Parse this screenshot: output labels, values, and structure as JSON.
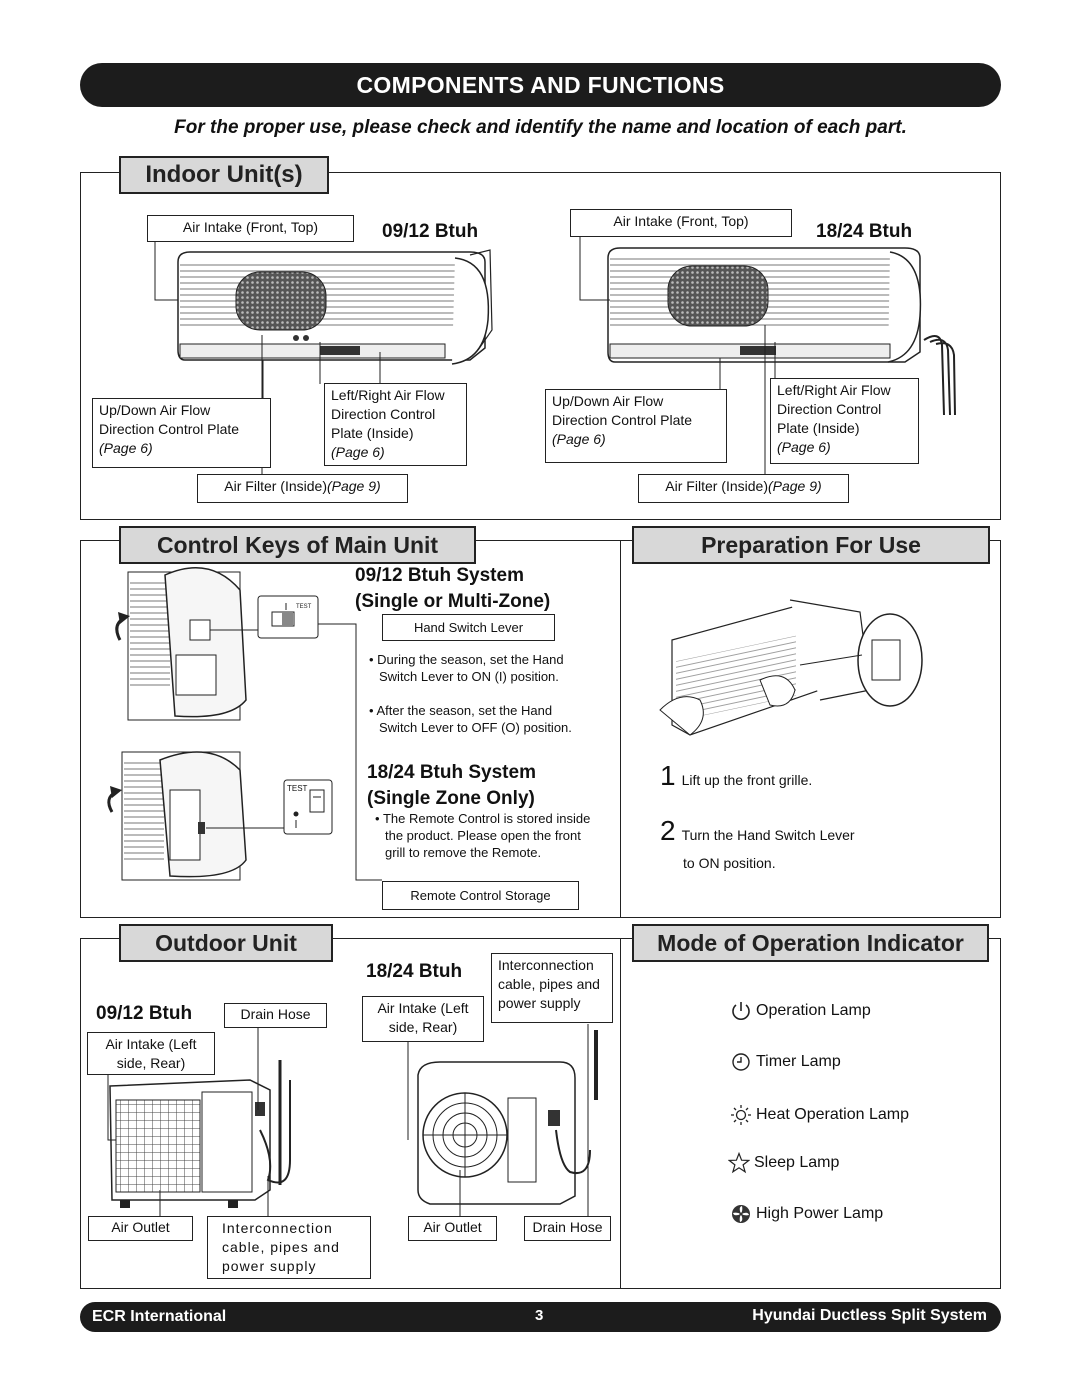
{
  "header": {
    "title": "COMPONENTS AND FUNCTIONS",
    "subtitle": "For the proper use, please check and identify the name and location of each part."
  },
  "indoor": {
    "title": "Indoor Unit(s)",
    "left": {
      "btuh": "09/12 Btuh",
      "air_intake": "Air Intake (Front, Top)",
      "updown": [
        "Up/Down Air Flow",
        "Direction Control Plate",
        "(Page 6)"
      ],
      "leftright": [
        "Left/Right Air Flow",
        "Direction Control",
        "Plate (Inside)",
        "(Page 6)"
      ],
      "filter": "Air Filter (Inside)",
      "filter_page": "(Page 9)"
    },
    "right": {
      "btuh": "18/24 Btuh",
      "air_intake": "Air Intake (Front, Top)",
      "updown": [
        "Up/Down Air Flow",
        "Direction Control Plate",
        "(Page 6)"
      ],
      "leftright": [
        "Left/Right Air Flow",
        "Direction Control",
        "Plate (Inside)",
        "(Page 6)"
      ],
      "filter": "Air Filter (Inside)",
      "filter_page": "(Page 9)"
    }
  },
  "control_keys": {
    "title": "Control Keys of Main Unit",
    "sys1_line1": "09/12 Btuh System",
    "sys1_line2": "(Single or Multi-Zone)",
    "hand_switch": "Hand Switch Lever",
    "bullet1": [
      "During the season, set the Hand",
      "Switch Lever to ON (I) position."
    ],
    "bullet2": [
      "After the season, set the Hand",
      "Switch Lever to OFF (O) position."
    ],
    "sys2_line1": "18/24 Btuh System",
    "sys2_line2": "(Single Zone Only)",
    "bullet3": [
      "The Remote Control is stored inside",
      "the product. Please open the front",
      "grill to remove the Remote."
    ],
    "remote_storage": "Remote Control Storage",
    "test_label": "TEST"
  },
  "preparation": {
    "title": "Preparation For Use",
    "step1_num": "1",
    "step1": "Lift up the front grille.",
    "step2_num": "2",
    "step2_line1": "Turn the Hand Switch Lever",
    "step2_line2": "to ON position."
  },
  "outdoor": {
    "title": "Outdoor Unit",
    "left": {
      "btuh": "09/12 Btuh",
      "drain": "Drain Hose",
      "intake": [
        "Air Intake (Left",
        "side, Rear)"
      ],
      "outlet": "Air Outlet",
      "interconnect": [
        "Interconnection",
        "cable, pipes and",
        "power supply"
      ]
    },
    "right": {
      "btuh": "18/24 Btuh",
      "intake": [
        "Air Intake (Left",
        "side, Rear)"
      ],
      "interconnect": [
        "Interconnection",
        "cable, pipes and",
        "power supply"
      ],
      "outlet": "Air Outlet",
      "drain": "Drain Hose"
    }
  },
  "mode": {
    "title": "Mode of Operation Indicator",
    "items": [
      {
        "icon": "power-icon",
        "label": "Operation Lamp"
      },
      {
        "icon": "clock-icon",
        "label": "Timer Lamp"
      },
      {
        "icon": "sun-icon",
        "label": "Heat Operation Lamp"
      },
      {
        "icon": "star-icon",
        "label": "Sleep Lamp"
      },
      {
        "icon": "fan-icon",
        "label": "High Power Lamp"
      }
    ]
  },
  "footer": {
    "left": "ECR International",
    "page": "3",
    "right": "Hyundai Ductless Split System"
  }
}
